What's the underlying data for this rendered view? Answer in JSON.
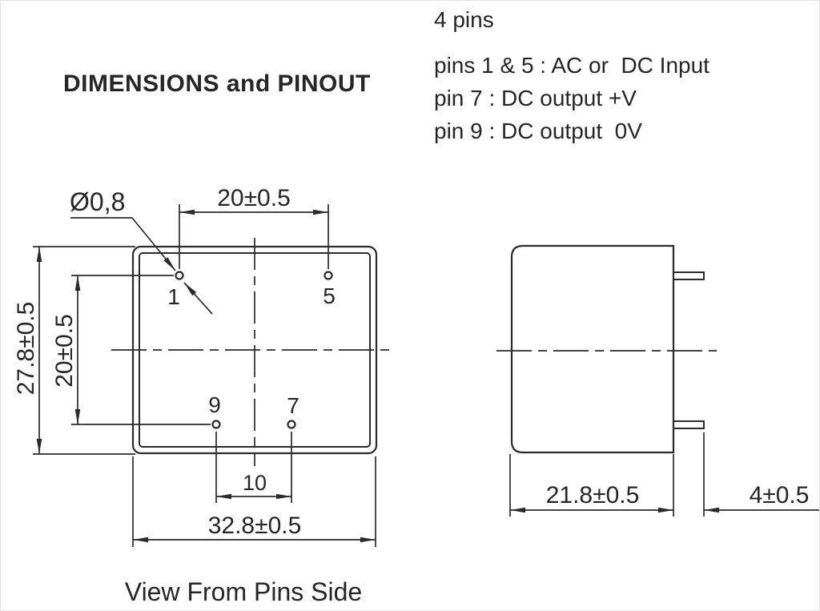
{
  "title": "DIMENSIONS and PINOUT",
  "pin_info": {
    "heading": "4 pins",
    "lines": [
      "pins 1 & 5 : AC or  DC Input",
      "pin 7 : DC output +V",
      "pin 9 : DC output  0V"
    ]
  },
  "front_view": {
    "caption": "View From Pins Side",
    "pins": [
      {
        "number": "1"
      },
      {
        "number": "5"
      },
      {
        "number": "9"
      },
      {
        "number": "7"
      }
    ],
    "dims": {
      "hole_diameter": "Ø0,8",
      "pin_span_top": "20±0.5",
      "body_height": "27.8±0.5",
      "pin_span_left": "20±0.5",
      "pin_span_bottom": "10",
      "body_width": "32.8±0.5"
    }
  },
  "side_view": {
    "dims": {
      "body_depth": "21.8±0.5",
      "pin_length": "4±0.5"
    }
  },
  "colors": {
    "line": "#2b2b2b",
    "text": "#262626",
    "background": "#ffffff"
  }
}
